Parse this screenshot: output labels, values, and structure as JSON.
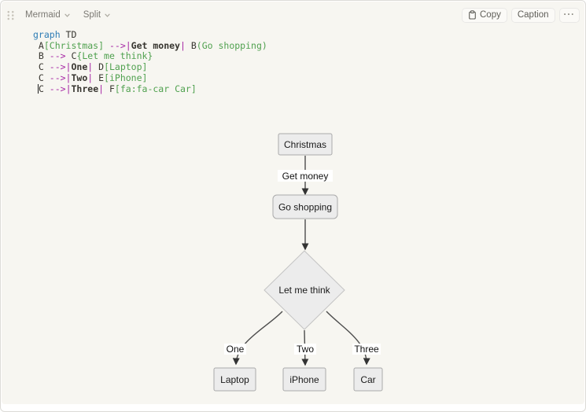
{
  "header": {
    "language": "Mermaid",
    "view_mode": "Split",
    "copy": "Copy",
    "caption": "Caption",
    "more": "···"
  },
  "code": {
    "lines": [
      [
        {
          "c": "kw",
          "t": "graph"
        },
        {
          "c": "pl",
          "t": " TD"
        }
      ],
      [
        {
          "c": "pl",
          "t": " A"
        },
        {
          "c": "str",
          "t": "[Christmas]"
        },
        {
          "c": "pl",
          "t": " "
        },
        {
          "c": "op",
          "t": "-->|"
        },
        {
          "c": "lbl",
          "t": "Get money"
        },
        {
          "c": "op",
          "t": "|"
        },
        {
          "c": "pl",
          "t": " B"
        },
        {
          "c": "str",
          "t": "(Go shopping)"
        }
      ],
      [
        {
          "c": "pl",
          "t": " B "
        },
        {
          "c": "op",
          "t": "-->"
        },
        {
          "c": "pl",
          "t": " C"
        },
        {
          "c": "str",
          "t": "{Let me think}"
        }
      ],
      [
        {
          "c": "pl",
          "t": " C "
        },
        {
          "c": "op",
          "t": "-->|"
        },
        {
          "c": "lbl",
          "t": "One"
        },
        {
          "c": "op",
          "t": "|"
        },
        {
          "c": "pl",
          "t": " D"
        },
        {
          "c": "str",
          "t": "[Laptop]"
        }
      ],
      [
        {
          "c": "pl",
          "t": " C "
        },
        {
          "c": "op",
          "t": "-->|"
        },
        {
          "c": "lbl",
          "t": "Two"
        },
        {
          "c": "op",
          "t": "|"
        },
        {
          "c": "pl",
          "t": " E"
        },
        {
          "c": "str",
          "t": "[iPhone]"
        }
      ],
      [
        {
          "c": "pl",
          "t": " "
        },
        {
          "c": "caret",
          "t": ""
        },
        {
          "c": "pl",
          "t": "C "
        },
        {
          "c": "op",
          "t": "-->|"
        },
        {
          "c": "lbl",
          "t": "Three"
        },
        {
          "c": "op",
          "t": "|"
        },
        {
          "c": "pl",
          "t": " F"
        },
        {
          "c": "str",
          "t": "[fa:fa-car Car]"
        }
      ]
    ]
  },
  "diagram": {
    "nodes": {
      "a": "Christmas",
      "b": "Go shopping",
      "c": "Let me think",
      "d": "Laptop",
      "e": "iPhone",
      "f": "Car"
    },
    "edge_labels": {
      "ab": "Get money",
      "cd": "One",
      "ce": "Two",
      "cf": "Three"
    }
  },
  "colors": {
    "panel_bg": "#f7f6f1",
    "header_muted": "#7b7973",
    "text": "#37352f",
    "keyword": "#2d7cb5",
    "operator": "#a626a4",
    "string": "#50a14f",
    "node_fill": "#ececec",
    "node_border": "#aaaaaa",
    "edge": "#4d4d4d"
  }
}
